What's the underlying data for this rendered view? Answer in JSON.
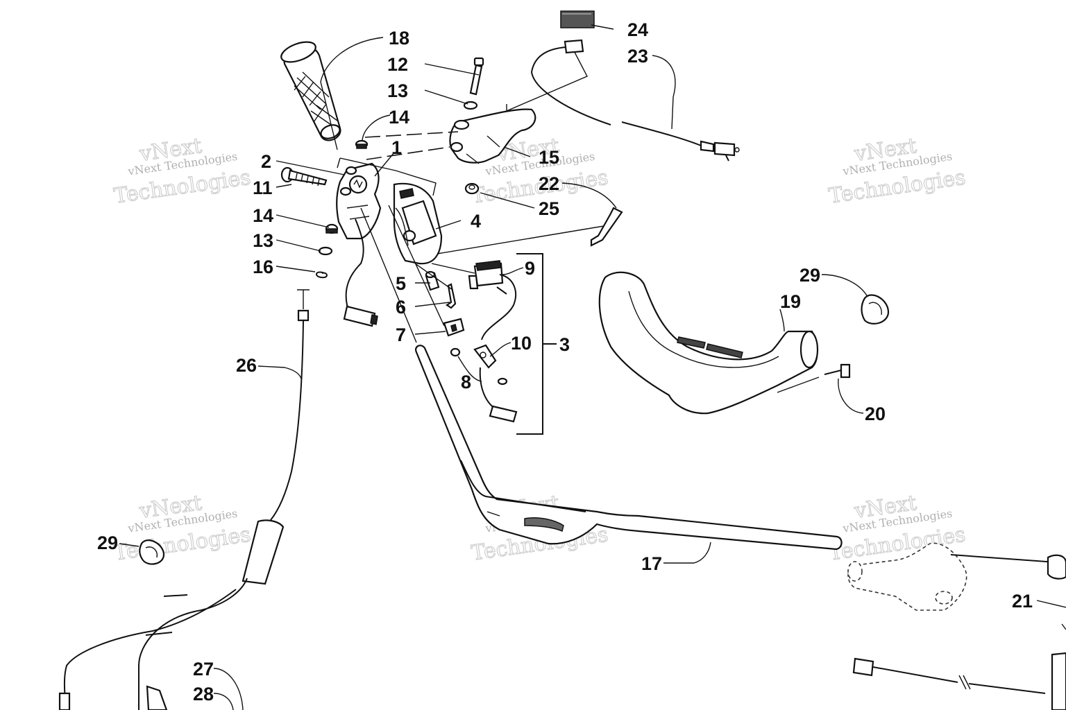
{
  "diagram": {
    "watermark": {
      "line1": "vNext",
      "line2": "vNext Technologies",
      "line3": "Technologies"
    },
    "callouts": [
      {
        "id": "c1",
        "label": "1"
      },
      {
        "id": "c2",
        "label": "2"
      },
      {
        "id": "c3",
        "label": "3"
      },
      {
        "id": "c4",
        "label": "4"
      },
      {
        "id": "c5",
        "label": "5"
      },
      {
        "id": "c6",
        "label": "6"
      },
      {
        "id": "c7",
        "label": "7"
      },
      {
        "id": "c8",
        "label": "8"
      },
      {
        "id": "c9",
        "label": "9"
      },
      {
        "id": "c10",
        "label": "10"
      },
      {
        "id": "c11",
        "label": "11"
      },
      {
        "id": "c12",
        "label": "12"
      },
      {
        "id": "c13a",
        "label": "13"
      },
      {
        "id": "c13b",
        "label": "13"
      },
      {
        "id": "c14a",
        "label": "14"
      },
      {
        "id": "c14b",
        "label": "14"
      },
      {
        "id": "c15",
        "label": "15"
      },
      {
        "id": "c16",
        "label": "16"
      },
      {
        "id": "c17",
        "label": "17"
      },
      {
        "id": "c18",
        "label": "18"
      },
      {
        "id": "c19",
        "label": "19"
      },
      {
        "id": "c20",
        "label": "20"
      },
      {
        "id": "c21",
        "label": "21"
      },
      {
        "id": "c22",
        "label": "22"
      },
      {
        "id": "c23",
        "label": "23"
      },
      {
        "id": "c24",
        "label": "24"
      },
      {
        "id": "c25",
        "label": "25"
      },
      {
        "id": "c26",
        "label": "26"
      },
      {
        "id": "c27",
        "label": "27"
      },
      {
        "id": "c28",
        "label": "28"
      },
      {
        "id": "c29a",
        "label": "29"
      },
      {
        "id": "c29b",
        "label": "29"
      }
    ]
  }
}
